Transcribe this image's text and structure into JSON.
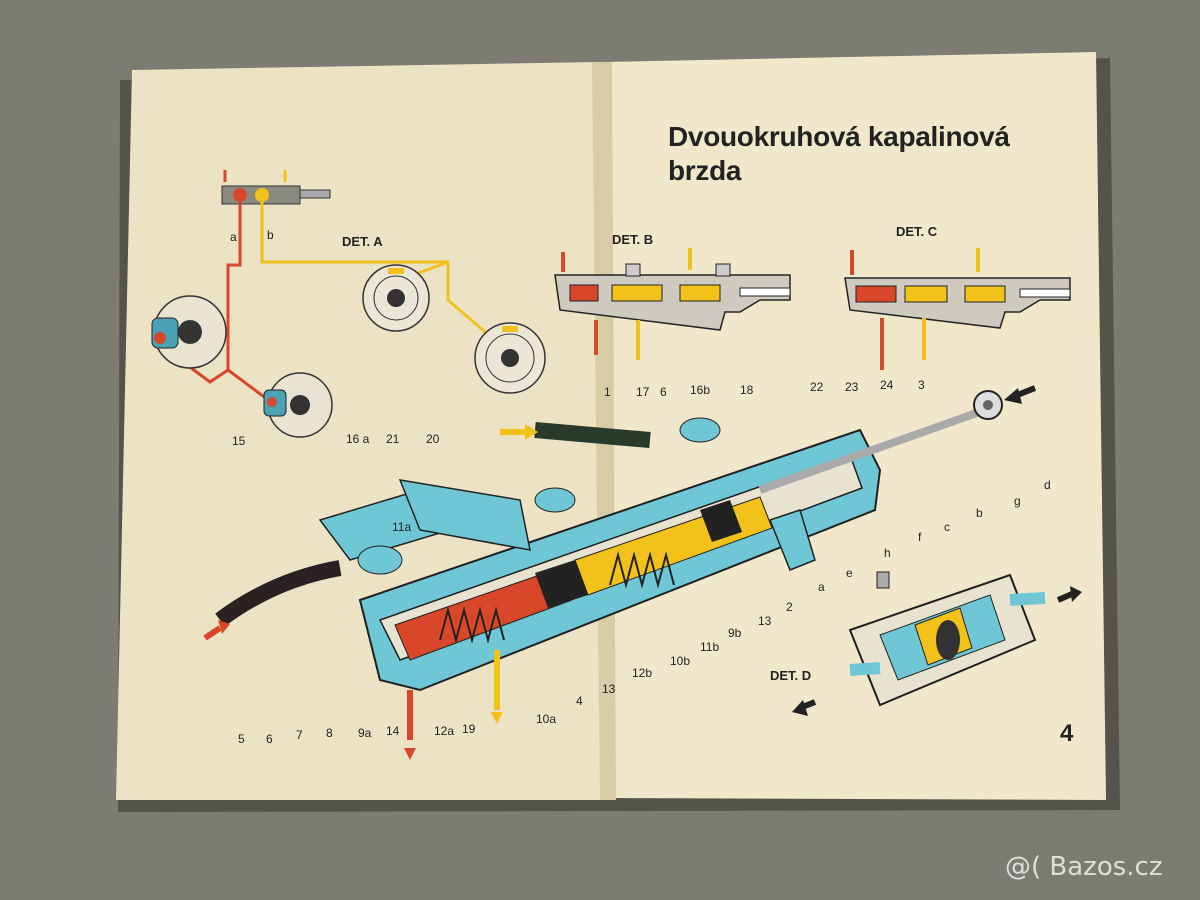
{
  "page": {
    "title_line1": "Dvouokruhová kapalinová",
    "title_line2": "brzda",
    "page_number": "4"
  },
  "details": {
    "a": "DET. A",
    "b": "DET. B",
    "c": "DET. C",
    "d": "DET. D"
  },
  "circuit_labels": {
    "a": "a",
    "b": "b"
  },
  "part_labels_top": [
    "17",
    "6",
    "16b",
    "18",
    "22",
    "23",
    "24",
    "3",
    "1",
    "15",
    "16 a",
    "21",
    "20",
    "11a"
  ],
  "part_labels_bottom": [
    "5",
    "6",
    "7",
    "8",
    "9a",
    "14",
    "12a",
    "19",
    "10a",
    "4",
    "13",
    "12b",
    "10b",
    "11b",
    "9b",
    "13",
    "2"
  ],
  "det_d_labels": [
    "h",
    "f",
    "c",
    "b",
    "g",
    "d",
    "a",
    "e"
  ],
  "watermark": "@( Bazos.cz",
  "colors": {
    "background": "#7d7c72",
    "paper": "#efe6c8",
    "red_circuit": "#d9472b",
    "yellow_circuit": "#f2c21a",
    "cyan_metal": "#6fc7d6",
    "outline": "#1f1f1f"
  }
}
